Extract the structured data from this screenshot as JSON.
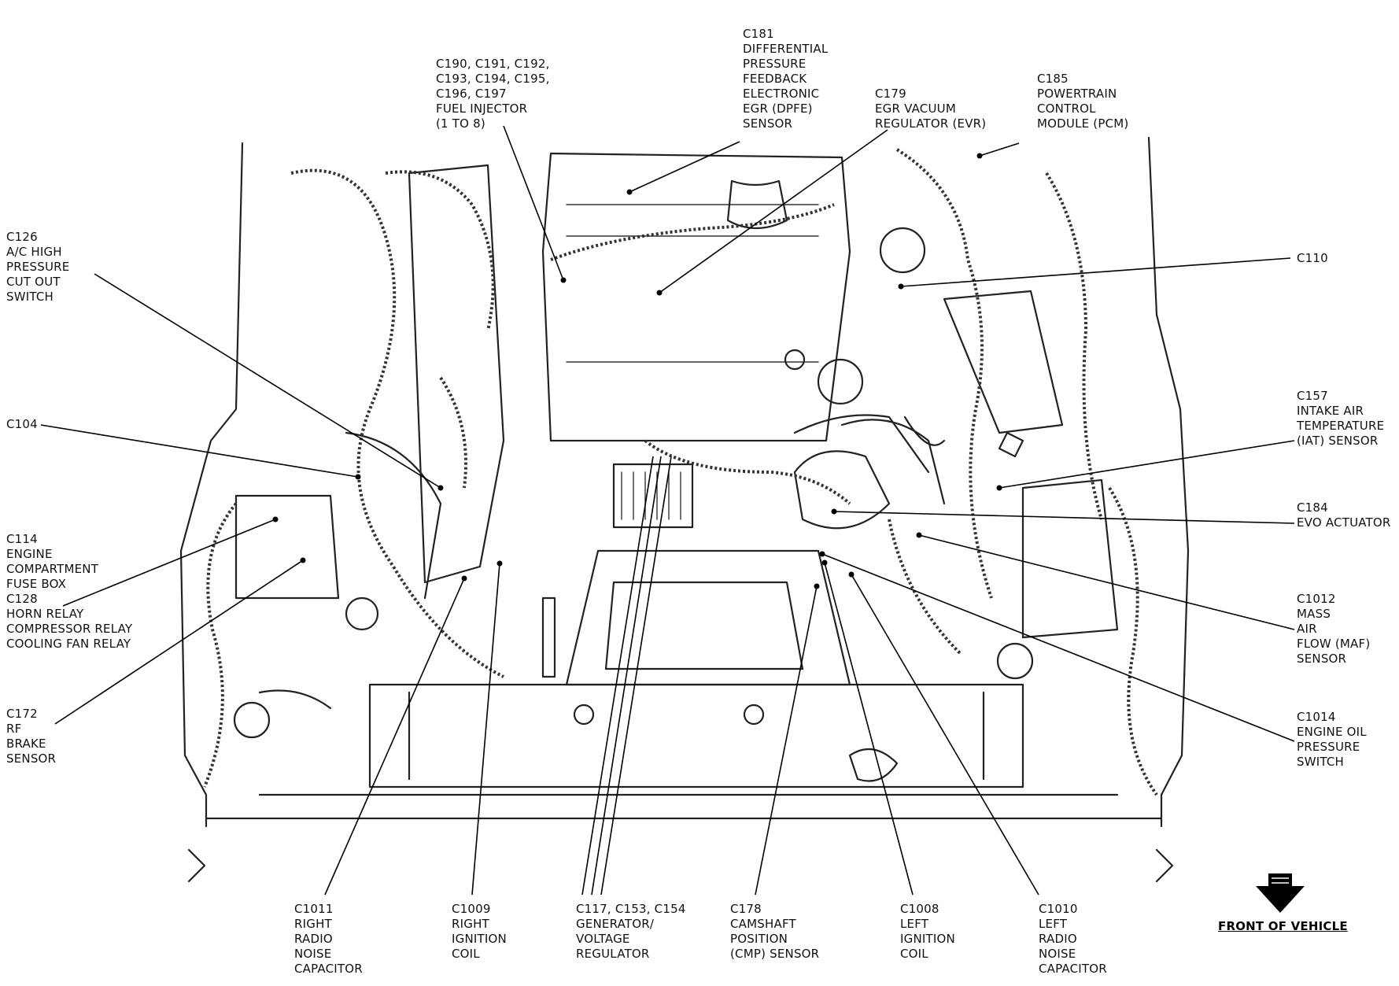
{
  "labels": {
    "c190_group": [
      "C190, C191, C192,",
      "C193, C194, C195,",
      "C196, C197",
      "FUEL INJECTOR",
      "(1 TO 8)"
    ],
    "c181": [
      "C181",
      "DIFFERENTIAL",
      "PRESSURE",
      "FEEDBACK",
      "ELECTRONIC",
      "EGR (DPFE)",
      "SENSOR"
    ],
    "c179": [
      "C179",
      "EGR VACUUM",
      "REGULATOR (EVR)"
    ],
    "c185": [
      "C185",
      "POWERTRAIN",
      "CONTROL",
      "MODULE (PCM)"
    ],
    "c126": [
      "C126",
      "A/C HIGH",
      "PRESSURE",
      "CUT OUT",
      "SWITCH"
    ],
    "c110": [
      "C110"
    ],
    "c104": [
      "C104"
    ],
    "c157": [
      "C157",
      "INTAKE AIR",
      "TEMPERATURE",
      "(IAT) SENSOR"
    ],
    "c114": [
      "C114",
      "ENGINE",
      "COMPARTMENT",
      "FUSE BOX",
      "C128",
      "HORN RELAY",
      "COMPRESSOR RELAY",
      "COOLING FAN RELAY"
    ],
    "c184": [
      "C184",
      "EVO ACTUATOR"
    ],
    "c1012": [
      "C1012",
      "MASS",
      "AIR",
      "FLOW (MAF)",
      "SENSOR"
    ],
    "c172": [
      "C172",
      "RF",
      "BRAKE",
      "SENSOR"
    ],
    "c1014": [
      "C1014",
      "ENGINE OIL",
      "PRESSURE",
      "SWITCH"
    ],
    "c1011": [
      "C1011",
      "RIGHT",
      "RADIO",
      "NOISE",
      "CAPACITOR"
    ],
    "c1009": [
      "C1009",
      "RIGHT",
      "IGNITION",
      "COIL"
    ],
    "c117": [
      "C117, C153, C154",
      "GENERATOR/",
      "VOLTAGE",
      "REGULATOR"
    ],
    "c178": [
      "C178",
      "CAMSHAFT",
      "POSITION",
      "(CMP) SENSOR"
    ],
    "c1008": [
      "C1008",
      "LEFT",
      "IGNITION",
      "COIL"
    ],
    "c1010": [
      "C1010",
      "LEFT",
      "RADIO",
      "NOISE",
      "CAPACITOR"
    ]
  },
  "front_of_vehicle": "FRONT OF VEHICLE",
  "colors": {
    "ink": "#000000",
    "paper": "#ffffff"
  }
}
